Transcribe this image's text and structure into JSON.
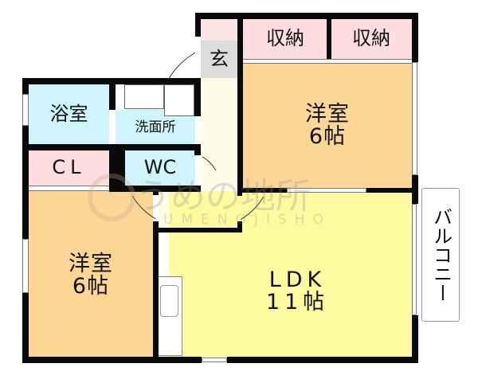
{
  "floor_plan": {
    "colors": {
      "western_room": "#fcd695",
      "ldk": "#fefaa0",
      "storage": "#fddde0",
      "wet_area": "#cff4fb",
      "hallway": "#fefce6",
      "entrance": "#dcdcdc",
      "wall": "#0a0a0a"
    },
    "rooms": {
      "storage_1": {
        "label": "収納"
      },
      "storage_2": {
        "label": "収納"
      },
      "entrance": {
        "label": "玄"
      },
      "western_room_north": {
        "name": "洋室",
        "size": "6帖"
      },
      "bathroom": {
        "label": "浴室"
      },
      "washroom": {
        "label": "洗面所"
      },
      "closet": {
        "label": "CL"
      },
      "toilet": {
        "label": "WC"
      },
      "western_room_south": {
        "name": "洋室",
        "size": "6帖"
      },
      "ldk": {
        "name": "LDK",
        "size": "11帖"
      },
      "balcony": {
        "label": "バルコニー"
      }
    },
    "watermark": {
      "logo_text": "うめの地所",
      "romaji": "UMENOJISHO"
    }
  }
}
